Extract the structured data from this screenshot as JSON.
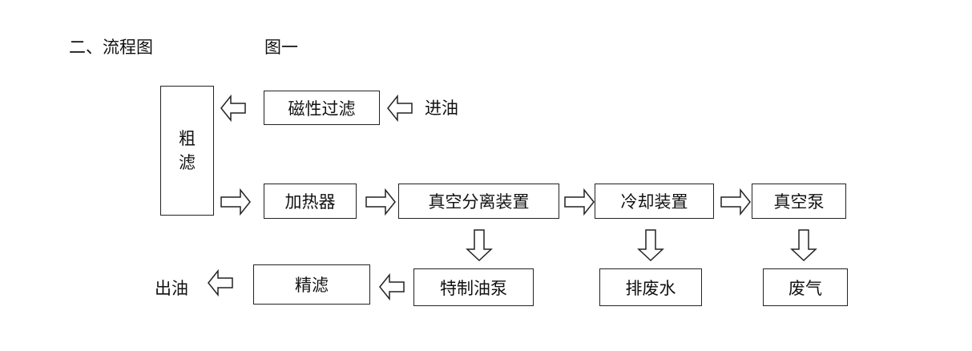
{
  "header": {
    "section_title": "二、流程图",
    "figure_label": "图一"
  },
  "nodes": {
    "coarse_filter": [
      "粗",
      "滤"
    ],
    "magnetic_filter": "磁性过滤",
    "oil_in": "进油",
    "heater": "加热器",
    "vacuum_separator": "真空分离装置",
    "cooler": "冷却装置",
    "vacuum_pump": "真空泵",
    "oil_out": "出油",
    "fine_filter": "精滤",
    "special_oil_pump": "特制油泵",
    "waste_water": "排废水",
    "waste_gas": "废气"
  }
}
